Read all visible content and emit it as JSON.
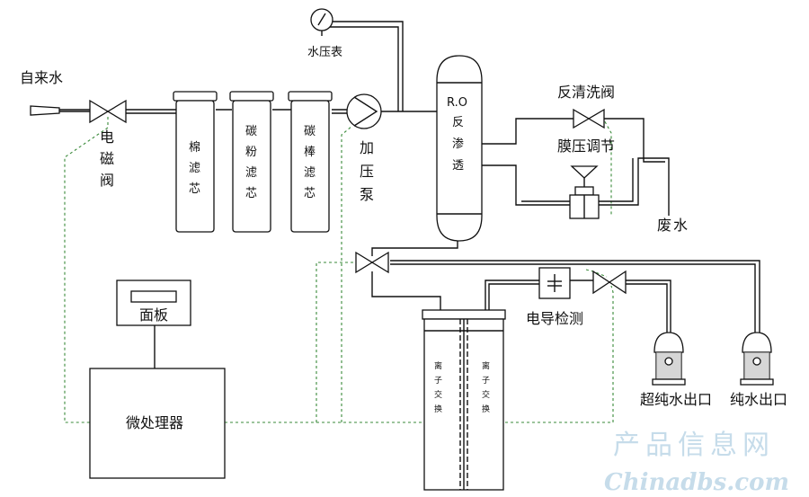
{
  "labels": {
    "tap_water": "自来水",
    "solenoid_valve": [
      "电",
      "磁",
      "阀"
    ],
    "cotton_filter": [
      "棉",
      "滤",
      "芯"
    ],
    "carbon_powder_filter": [
      "碳",
      "粉",
      "滤",
      "芯"
    ],
    "carbon_rod_filter": [
      "碳",
      "棒",
      "滤",
      "芯"
    ],
    "booster_pump": [
      "加",
      "压",
      "泵"
    ],
    "pressure_gauge": "水压表",
    "ro_top": "R.O",
    "ro_vessel": [
      "反",
      "渗",
      "透"
    ],
    "backwash_valve": "反清洗阀",
    "membrane_pressure": "膜压调节",
    "waste_water": [
      "废",
      "水"
    ],
    "panel": "面板",
    "microprocessor": "微处理器",
    "conductivity_test": "电导检测",
    "ion_exchange_left": [
      "离",
      "子",
      "交",
      "换"
    ],
    "ion_exchange_right": [
      "离",
      "子",
      "交",
      "换"
    ],
    "ultrapure_outlet": "超纯水出口",
    "pure_outlet": "纯水出口"
  },
  "watermark": {
    "cn": "产品信息网",
    "en": "Chinadbs.com"
  },
  "colors": {
    "line": "#111111",
    "control_line": "#3a8a3a",
    "watermark": "#c6dcea"
  }
}
